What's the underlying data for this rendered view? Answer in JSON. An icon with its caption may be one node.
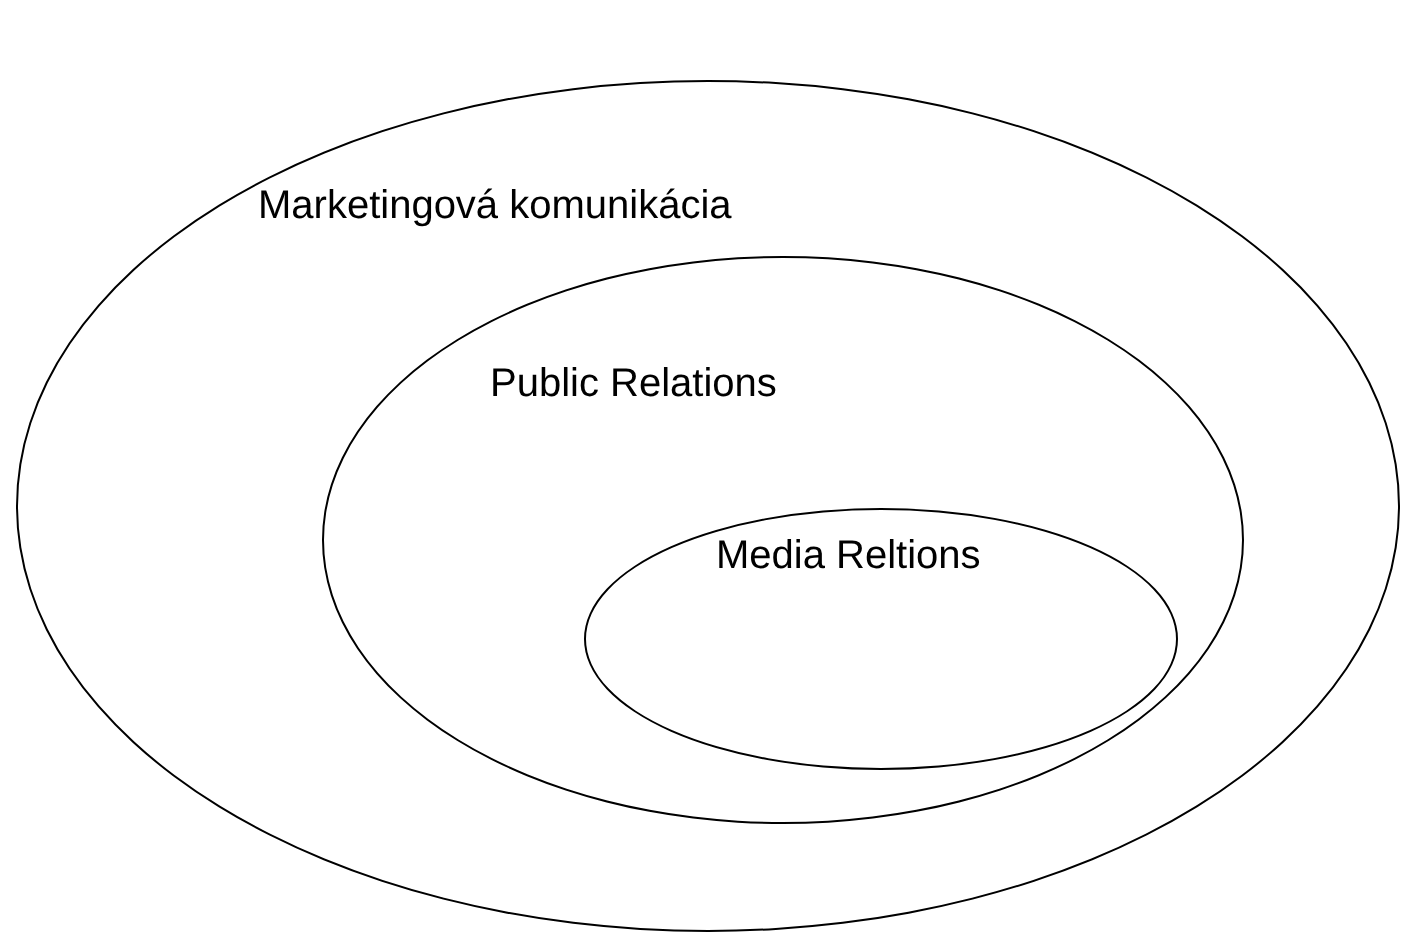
{
  "diagram": {
    "nodes": [
      {
        "text": [
          "Marketingová komunikácia"
        ]
      },
      {
        "text": [
          "Public Relations"
        ],
        "in": 0
      },
      {
        "text": [
          "Media Reltions"
        ],
        "in": 1
      }
    ]
  }
}
